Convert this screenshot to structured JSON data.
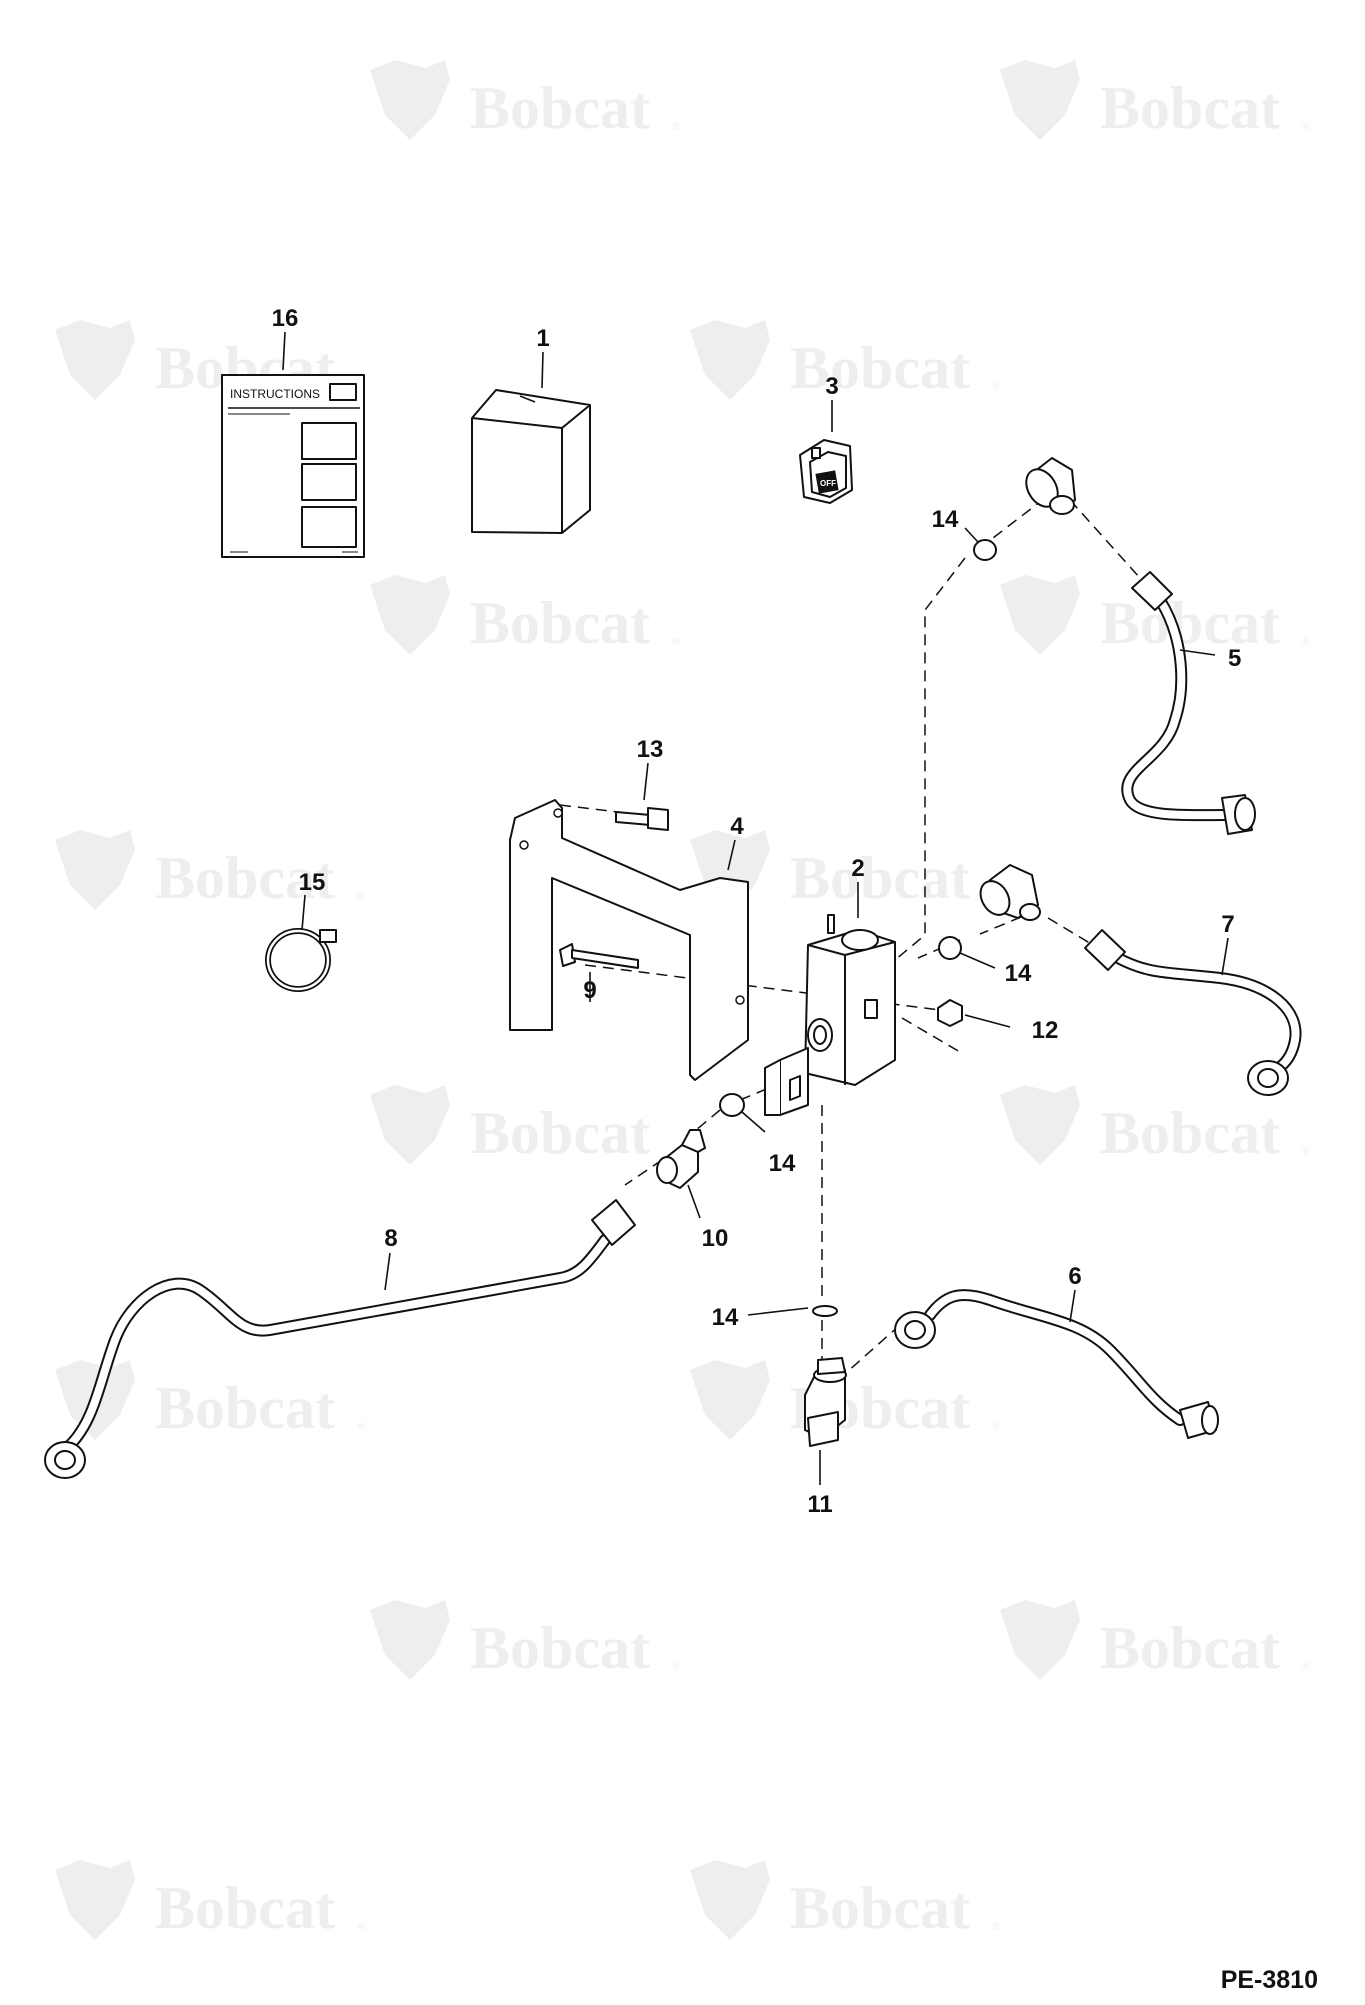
{
  "watermark": {
    "text": "Bobcat",
    "symbol": "®"
  },
  "drawing_code": "PE-3810",
  "instructions_label": "INSTRUCTIONS",
  "switch_label": "OFF",
  "callouts": {
    "c16": "16",
    "c1": "1",
    "c3": "3",
    "c14a": "14",
    "c5": "5",
    "c13": "13",
    "c4": "4",
    "c2": "2",
    "c15": "15",
    "c7": "7",
    "c14b": "14",
    "c9": "9",
    "c12": "12",
    "c14c": "14",
    "c8": "8",
    "c10": "10",
    "c6": "6",
    "c14d": "14",
    "c11": "11"
  },
  "colors": {
    "line": "#111111",
    "watermark": "#eeeeee"
  }
}
